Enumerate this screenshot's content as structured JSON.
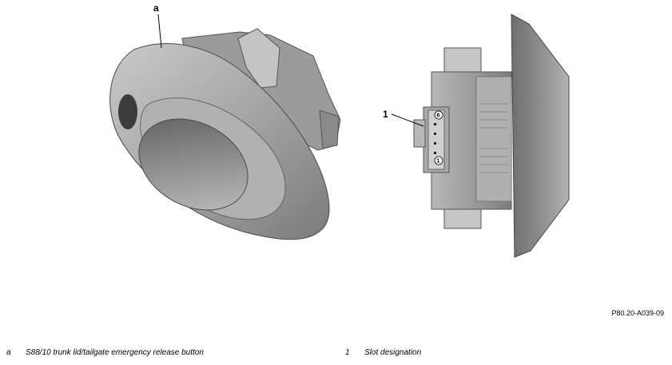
{
  "callouts": {
    "a": "a",
    "one": "1"
  },
  "pin_labels": {
    "top": "6",
    "bottom": "1"
  },
  "figure_id": "P80.20-A039-09",
  "legend": [
    {
      "key": "a",
      "text": "S88/10 trunk lid/tailgate emergency release button"
    },
    {
      "key": "1",
      "text": "Slot designation"
    }
  ]
}
